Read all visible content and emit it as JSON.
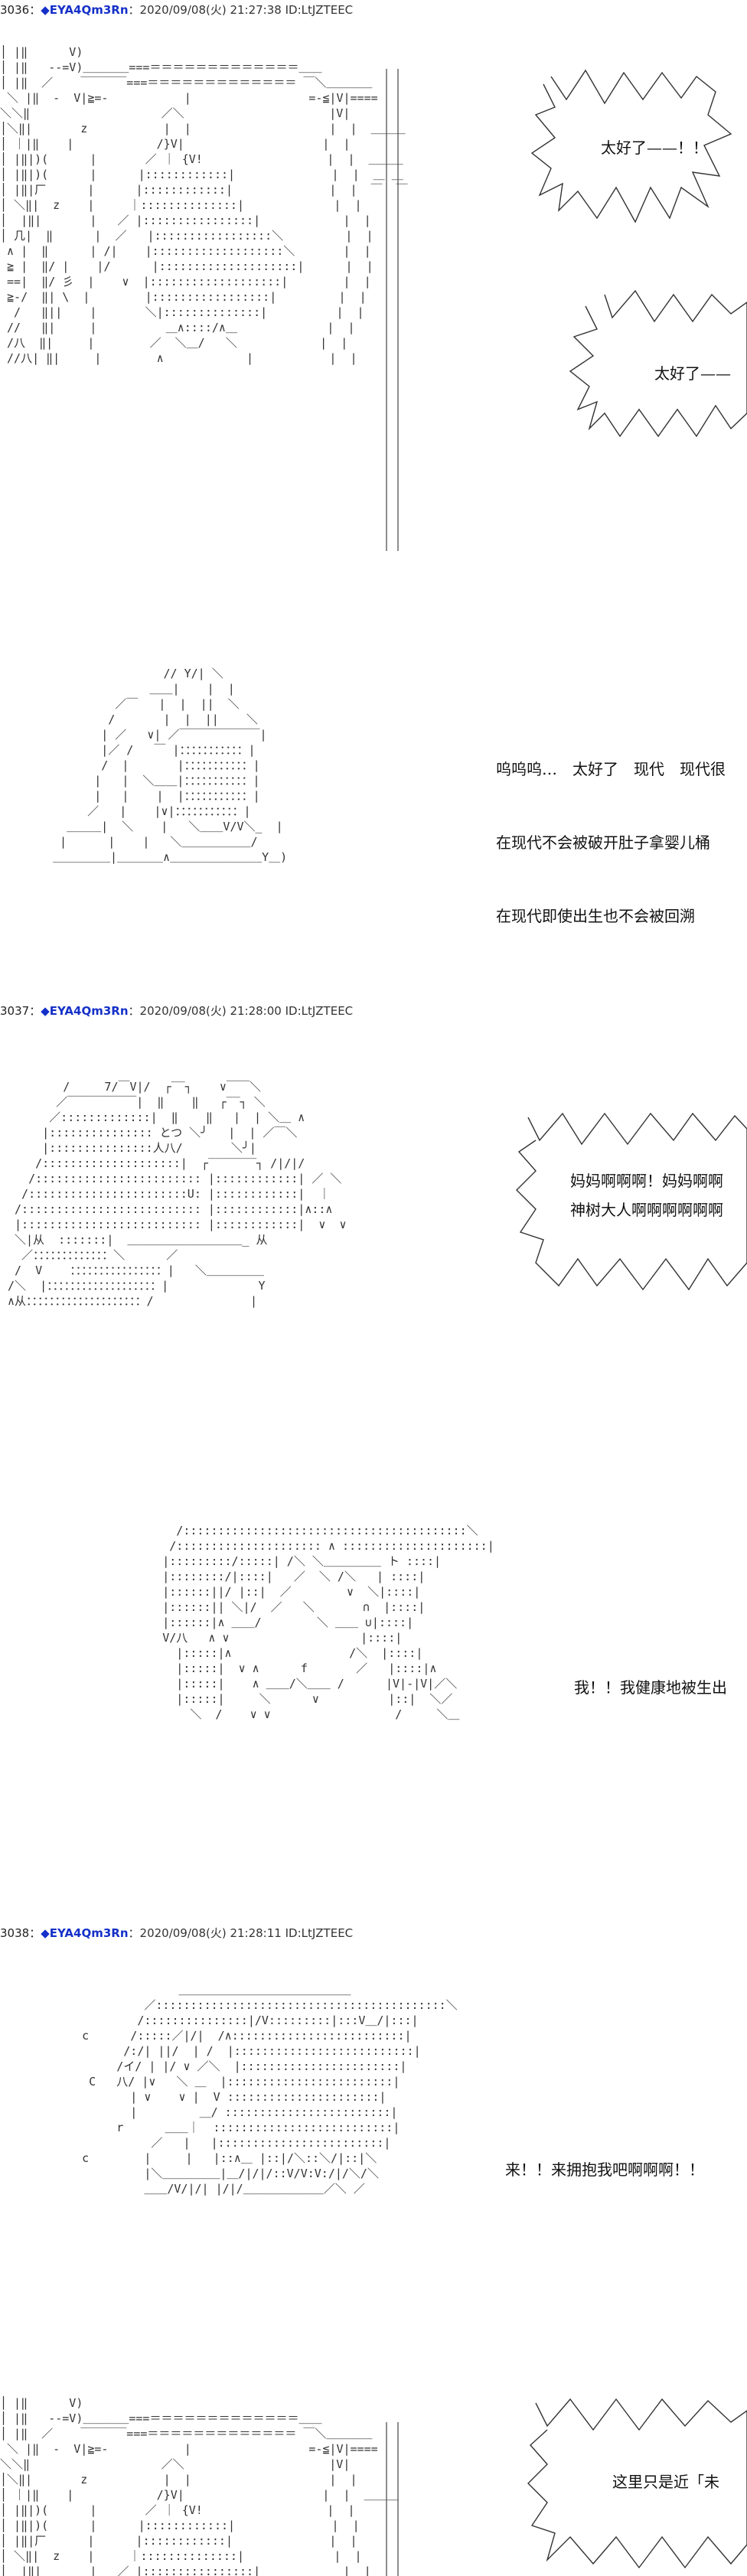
{
  "posts": [
    {
      "header": {
        "num": "3036",
        "sep": "：",
        "diamond": "◆",
        "name": "EYA4Qm3Rn",
        "rest": "：2020/09/08(火) 21:27:38 ID:LtJZTEEC"
      },
      "bubble1": "太好了——！！",
      "bubble2": "太好了——",
      "dialog": [
        "呜呜呜…　太好了　现代　现代很",
        "在现代不会被破开肚子拿婴儿桶",
        "在现代即使出生也不会被回溯"
      ]
    },
    {
      "header": {
        "num": "3037",
        "sep": "：",
        "diamond": "◆",
        "name": "EYA4Qm3Rn",
        "rest": "：2020/09/08(火) 21:28:00 ID:LtJZTEEC"
      },
      "bubble1_lines": [
        "妈妈啊啊啊！妈妈啊啊",
        "神树大人啊啊啊啊啊啊"
      ],
      "dialog2": "我！！我健康地被生出"
    },
    {
      "header": {
        "num": "3038",
        "sep": "：",
        "diamond": "◆",
        "name": "EYA4Qm3Rn",
        "rest": "：2020/09/08(火) 21:28:11 ID:LtJZTEEC"
      },
      "dialog": "来！！来拥抱我吧啊啊啊！！"
    },
    {
      "bubble": "这里只是近「未"
    }
  ]
}
